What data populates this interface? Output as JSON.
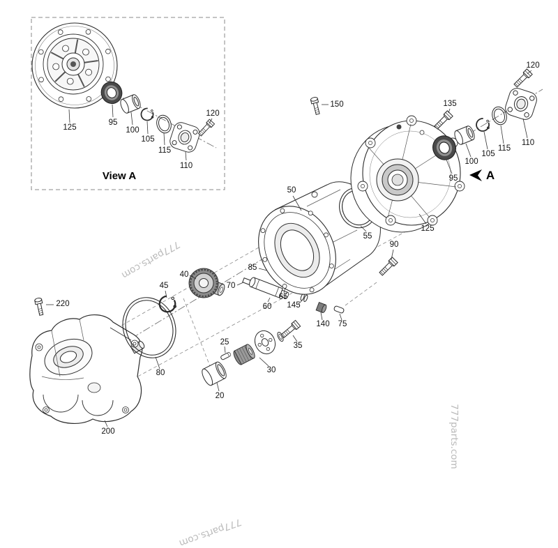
{
  "inset": {
    "view_label": "View A",
    "parts": {
      "cover": "125",
      "bearing": "95",
      "bushing": "100",
      "snap_ring": "105",
      "o_ring": "115",
      "flange": "110",
      "bolt": "120"
    }
  },
  "main": {
    "view_marker": "A",
    "parts": {
      "bushing_20": "20",
      "pin_25": "25",
      "gear_30": "30",
      "bolt_35": "35",
      "gear_40": "40",
      "snap_ring_45": "45",
      "housing_50": "50",
      "o_ring_55": "55",
      "shaft_60": "60",
      "ball_65": "65",
      "pin_70": "70",
      "pin_75": "75",
      "o_ring_80": "80",
      "spring_85": "85",
      "bolt_90": "90",
      "bearing_95": "95",
      "bushing_100": "100",
      "snap_ring_105": "105",
      "flange_110": "110",
      "o_ring_115": "115",
      "bolt_120": "120",
      "cover_125": "125",
      "bolt_135": "135",
      "nut_140": "140",
      "washer_145": "145",
      "bolt_150": "150",
      "housing_200": "200",
      "bolt_220": "220"
    }
  },
  "watermarks": {
    "diagonal": "777parts.com",
    "vertical": "777parts.com",
    "bottom": "777parts.com"
  }
}
